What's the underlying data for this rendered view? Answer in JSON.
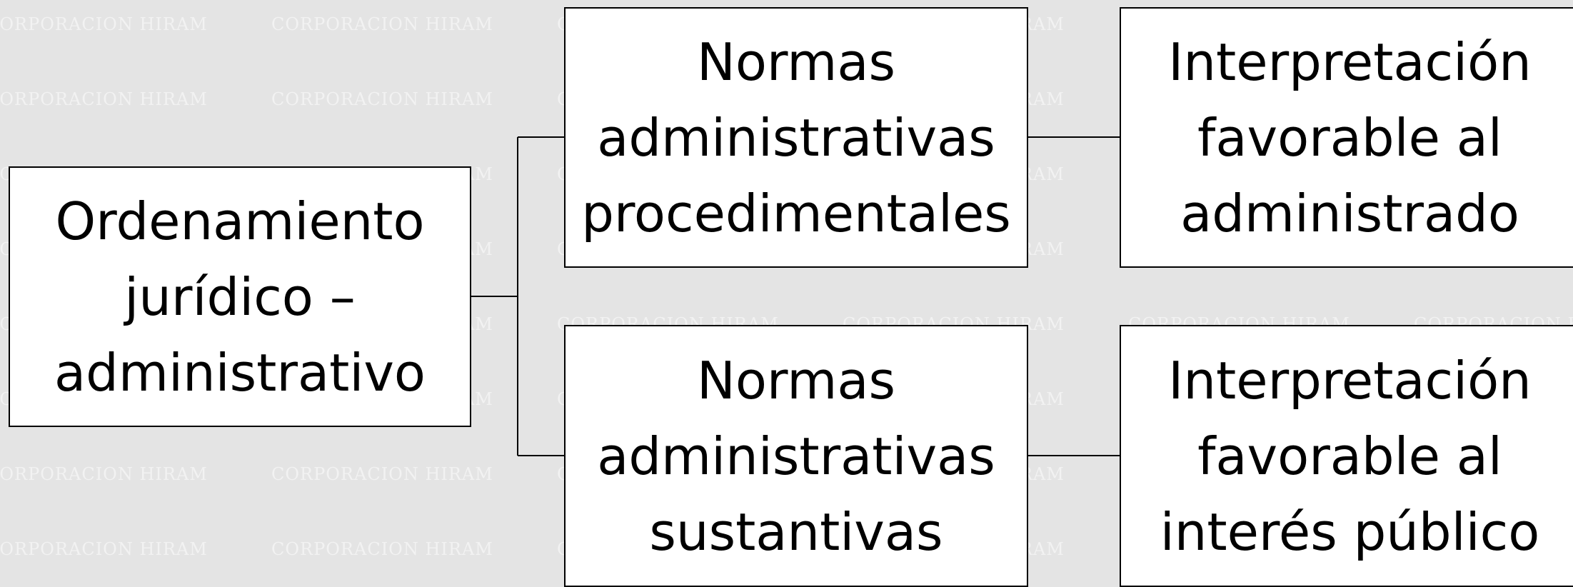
{
  "watermark": {
    "text": "CORPORACION HIRAM"
  },
  "nodes": {
    "root": "Ordenamiento jurídico – administrativo",
    "procedural": "Normas administrativas procedimentales",
    "substantive": "Normas administrativas sustantivas",
    "favor_administrado": "Interpretación favorable al administrado",
    "favor_interes_publico": "Interpretación favorable al interés público"
  },
  "colors": {
    "background": "#e4e4e4",
    "box_fill": "#ffffff",
    "box_border": "#000000",
    "watermark": "#f2f2f2"
  }
}
